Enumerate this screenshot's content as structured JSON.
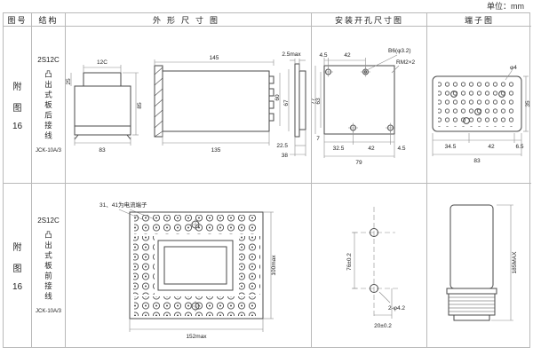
{
  "page": {
    "unit": "单位：mm"
  },
  "headers": [
    "图号",
    "结构",
    "外形尺寸图",
    "安装开孔尺寸图",
    "端子图"
  ],
  "rows": [
    {
      "fig": [
        "附",
        "图",
        "16"
      ],
      "model": "2S12C",
      "structure": "凸出式板后接线",
      "code": "JCK-10A/3",
      "outline": {
        "d_top": "12C",
        "d_left": "25",
        "d_bottom": "83",
        "d_right": "85",
        "d_stop": "145",
        "d_sbot": "135",
        "d_h1": "60",
        "d_h2": "67",
        "d_pmax": "2.5max",
        "d_p1": "22.5",
        "d_p2": "38"
      },
      "install": {
        "d_t1": "4.5",
        "d_t2": "42",
        "hole": "B6(φ3.2)",
        "thread": "RM2×2",
        "d_l1": "77",
        "d_l2": "63",
        "d_b0": "7",
        "d_b1": "32.5",
        "d_b2": "42",
        "d_b3": "4.5",
        "d_total": "79"
      },
      "terminal": {
        "hole": "φ4",
        "d_1": "34.5",
        "d_2": "42",
        "d_3": "6.5",
        "d_total": "83",
        "d_h": "35"
      }
    },
    {
      "fig": [
        "附",
        "图",
        "16"
      ],
      "model": "2S12C",
      "structure": "凸出式板前接线",
      "code": "JCK-10A/3",
      "outline": {
        "note": "31、41为电流端子",
        "d_w": "152max",
        "d_h": "100max"
      },
      "install": {
        "d_v": "76±0.2",
        "holes": "2-φ4.2",
        "d_b": "20±0.2"
      },
      "terminal": {
        "d_h": "185MAX"
      }
    }
  ]
}
